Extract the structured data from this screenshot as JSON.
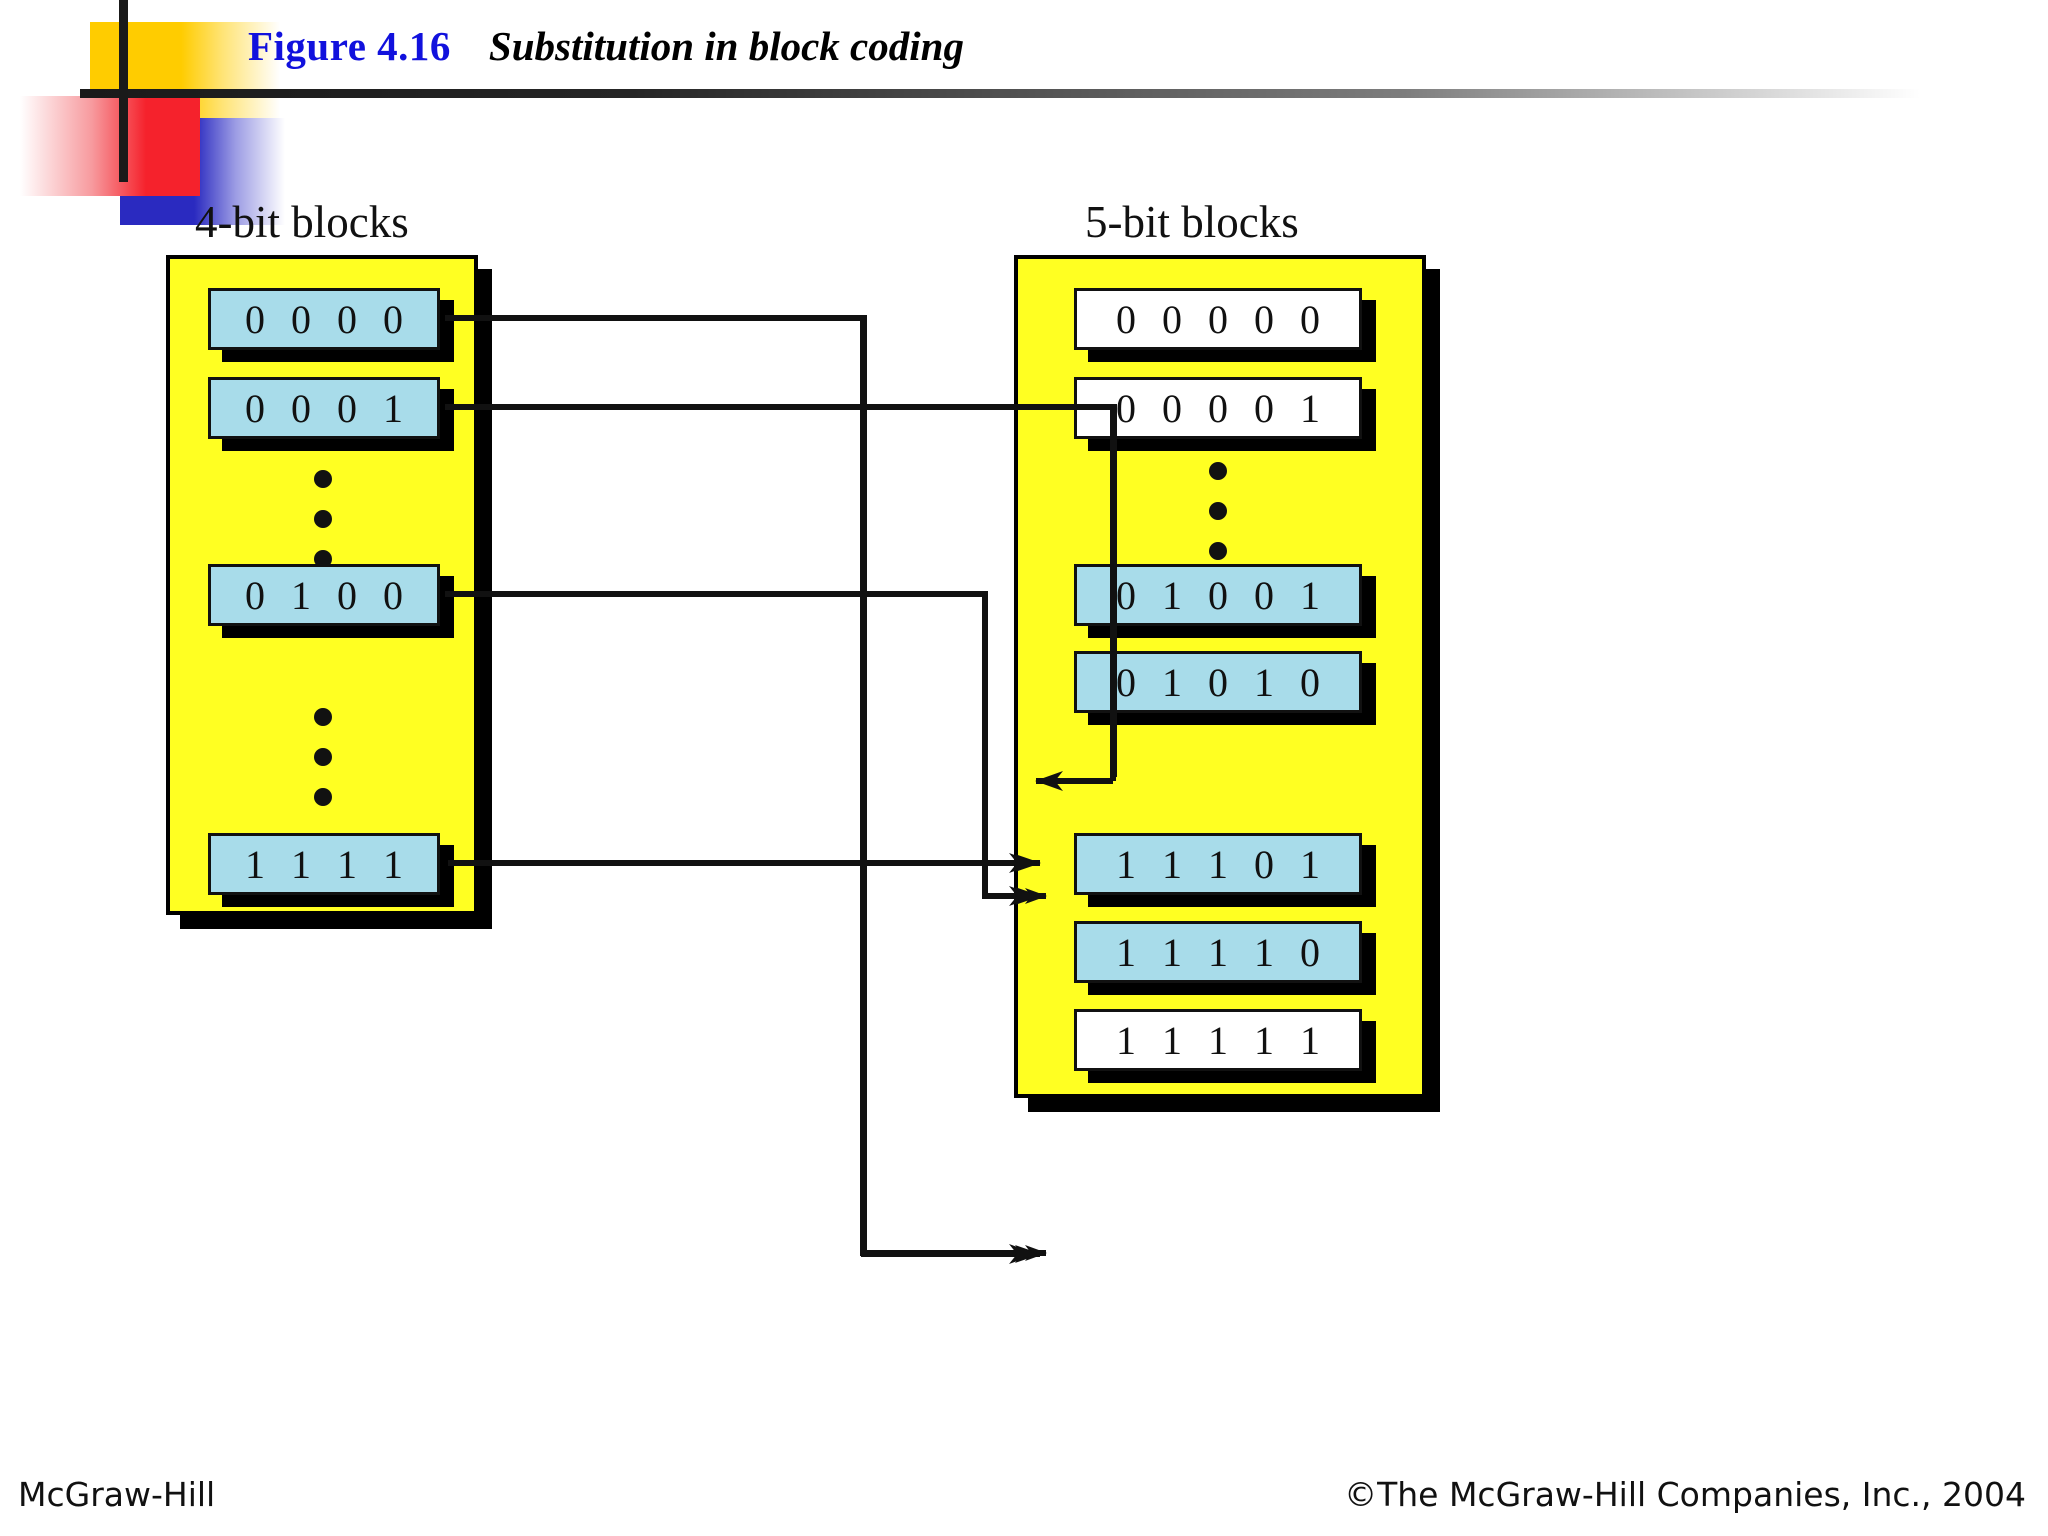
{
  "header": {
    "figure_number": "Figure 4.16",
    "figure_title": "Substitution in block coding",
    "accent_blue": "#1111DD",
    "deco_yellow": "#FFCC00",
    "deco_red": "#F5222C",
    "deco_blue": "#2A2AC0"
  },
  "columns": {
    "left_caption": "4-bit blocks",
    "right_caption": "5-bit blocks"
  },
  "palette": {
    "panel_yellow": "#FFFF22",
    "block_blue": "#A8DCEA",
    "block_white": "#FFFFFF",
    "outline": "#111111"
  },
  "left_blocks": [
    {
      "value": "0 0 0 0",
      "fill": "blue"
    },
    {
      "value": "0 0 0 1",
      "fill": "blue"
    },
    {
      "value": "0 1 0 0",
      "fill": "blue"
    },
    {
      "value": "1 1 1 1",
      "fill": "blue"
    }
  ],
  "right_blocks": [
    {
      "value": "0 0 0 0 0",
      "fill": "white"
    },
    {
      "value": "0 0 0 0 1",
      "fill": "white"
    },
    {
      "value": "0 1 0 0 1",
      "fill": "blue"
    },
    {
      "value": "0 1 0 1 0",
      "fill": "blue"
    },
    {
      "value": "1 1 1 0 1",
      "fill": "blue"
    },
    {
      "value": "1 1 1 1 0",
      "fill": "blue"
    },
    {
      "value": "1 1 1 1 1",
      "fill": "white"
    }
  ],
  "mappings": [
    {
      "from": "0 0 0 0",
      "to": "1 1 1 1 0"
    },
    {
      "from": "0 0 0 1",
      "to": "0 1 0 0 1"
    },
    {
      "from": "0 1 0 0",
      "to": "0 1 0 1 0"
    },
    {
      "from": "1 1 1 1",
      "to": "1 1 1 0 1"
    }
  ],
  "footer": {
    "left": "McGraw-Hill",
    "right": "©The McGraw-Hill Companies, Inc., 2004"
  }
}
